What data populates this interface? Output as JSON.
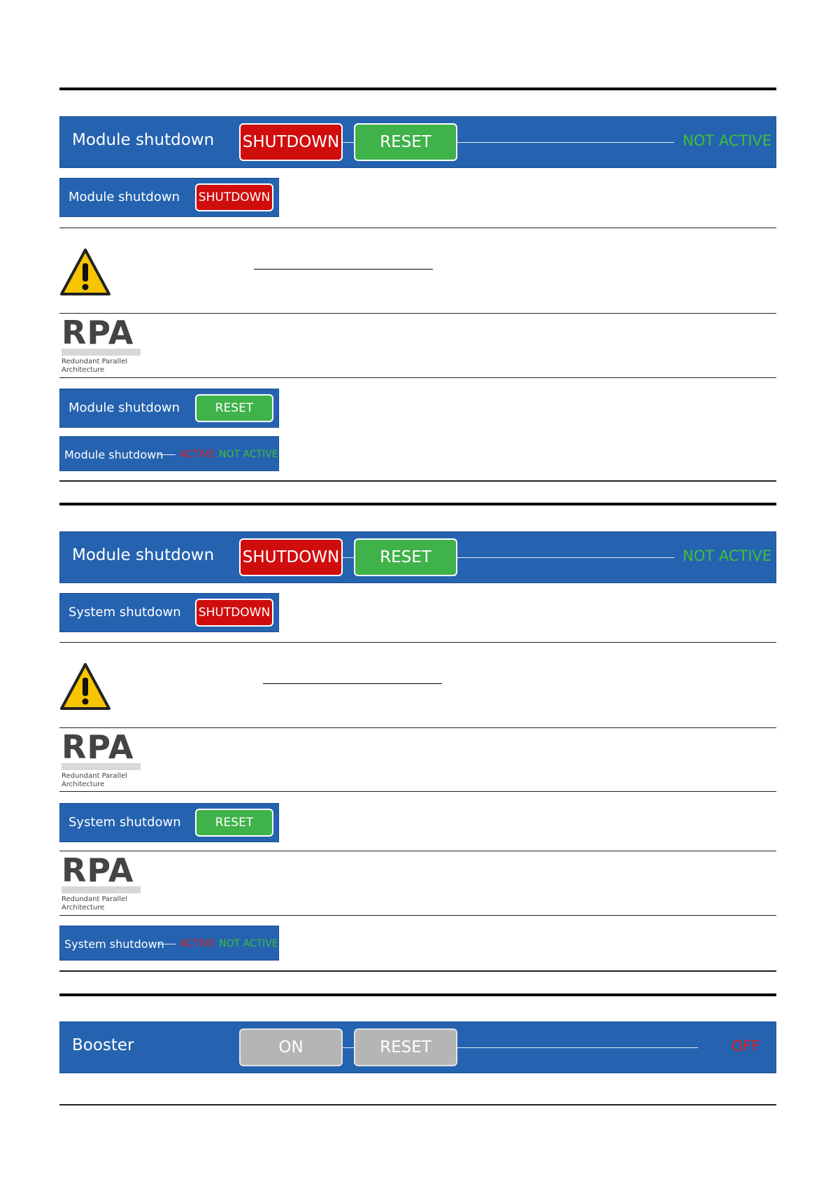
{
  "section1": {
    "main_panel": {
      "label": "Module shutdown",
      "shutdown": "SHUTDOWN",
      "reset": "RESET",
      "status": "NOT ACTIVE"
    },
    "shutdown_panel": {
      "label": "Module shutdown",
      "button": "SHUTDOWN"
    },
    "rpa_logo": {
      "letters": "RPA",
      "line1": "Redundant Parallel",
      "line2": "Architecture"
    },
    "reset_panel": {
      "label": "Module shutdown",
      "button": "RESET"
    },
    "status_panel": {
      "label": "Module shutdown",
      "active": "ACTIVE",
      "not_active": "NOT ACTIVE"
    }
  },
  "section2": {
    "main_panel": {
      "label": "Module shutdown",
      "shutdown": "SHUTDOWN",
      "reset": "RESET",
      "status": "NOT ACTIVE"
    },
    "shutdown_panel": {
      "label": "System shutdown",
      "button": "SHUTDOWN"
    },
    "rpa_logo_1": {
      "letters": "RPA",
      "line1": "Redundant Parallel",
      "line2": "Architecture"
    },
    "reset_panel": {
      "label": "System shutdown",
      "button": "RESET"
    },
    "rpa_logo_2": {
      "letters": "RPA",
      "line1": "Redundant Parallel",
      "line2": "Architecture"
    },
    "status_panel": {
      "label": "System shutdown",
      "active": "ACTIVE",
      "not_active": "NOT ACTIVE"
    }
  },
  "section3": {
    "booster_panel": {
      "label": "Booster",
      "on": "ON",
      "reset": "RESET",
      "status": "OFF"
    }
  },
  "icons": {
    "warning": "warning-triangle-icon"
  },
  "colors": {
    "panel_blue": "#2563b0",
    "red": "#d00d0d",
    "green": "#3fb249",
    "grey": "#b5b5b5",
    "status_green": "#3fbf3a",
    "status_red": "#e11a1a"
  }
}
